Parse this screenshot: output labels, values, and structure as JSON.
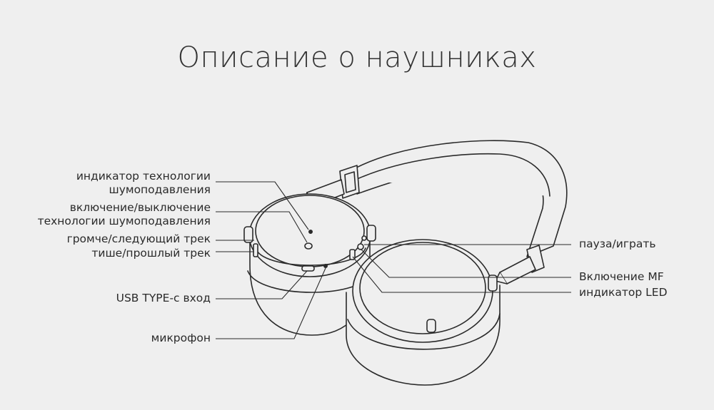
{
  "title": "Описание о наушниках",
  "labels": {
    "anc_indicator": [
      "индикатор технологии",
      "шумоподавления"
    ],
    "anc_power": [
      "включение/выключение",
      "технологии шумоподавления"
    ],
    "volume_up": "громче/следующий трек",
    "volume_down": "тише/прошлый трек",
    "usb": "USB TYPE-c вход",
    "mic": "микрофон",
    "play_pause": "пауза/играть",
    "mf_power": "Включение MF",
    "led": "индикатор LED"
  },
  "colors": {
    "background": "#efefef",
    "line": "#2a2a2a",
    "text": "#2a2a2a"
  }
}
